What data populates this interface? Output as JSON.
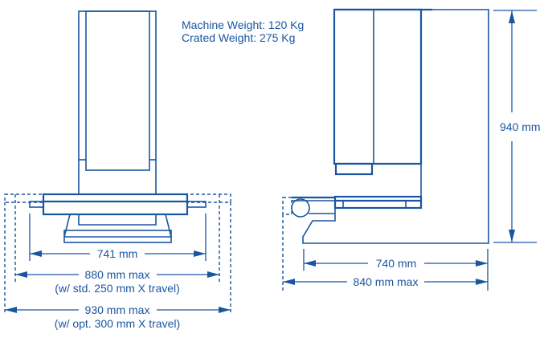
{
  "weights": {
    "machine": "Machine Weight: 120 Kg",
    "crated": "Crated Weight: 275 Kg"
  },
  "front_view": {
    "dim_741": "741 mm",
    "dim_880": "880 mm max",
    "dim_880_note": "(w/ std. 250 mm X travel)",
    "dim_930": "930 mm max",
    "dim_930_note": "(w/ opt. 300 mm X travel)"
  },
  "side_view": {
    "dim_940": "940 mm",
    "dim_740": "740 mm",
    "dim_840": "840 mm max"
  },
  "colors": {
    "line": "#1a56a0"
  }
}
